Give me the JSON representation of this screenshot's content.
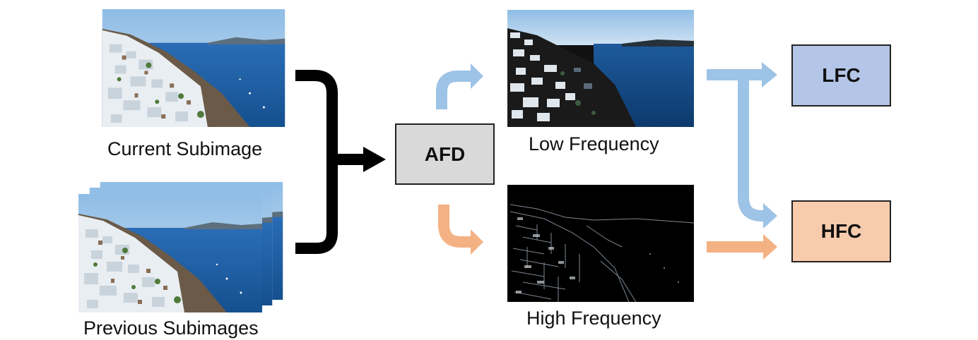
{
  "labels": {
    "current": "Current Subimage",
    "previous": "Previous Subimages",
    "low": "Low Frequency",
    "high": "High Frequency"
  },
  "boxes": {
    "afd": "AFD",
    "lfc": "LFC",
    "hfc": "HFC"
  },
  "colors": {
    "afd_fill": "#d9d9d9",
    "lfc_fill": "#b4c6e7",
    "hfc_fill": "#f8cbad",
    "blue_arrow": "#9dc3e6",
    "orange_arrow": "#f4b183",
    "black_arrow": "#000000",
    "sea": "#1f5fa8",
    "sky": "#a9cbe8"
  },
  "icons": [
    "photo-current-subimage",
    "photo-previous-subimages",
    "photo-low-frequency",
    "photo-high-frequency"
  ]
}
